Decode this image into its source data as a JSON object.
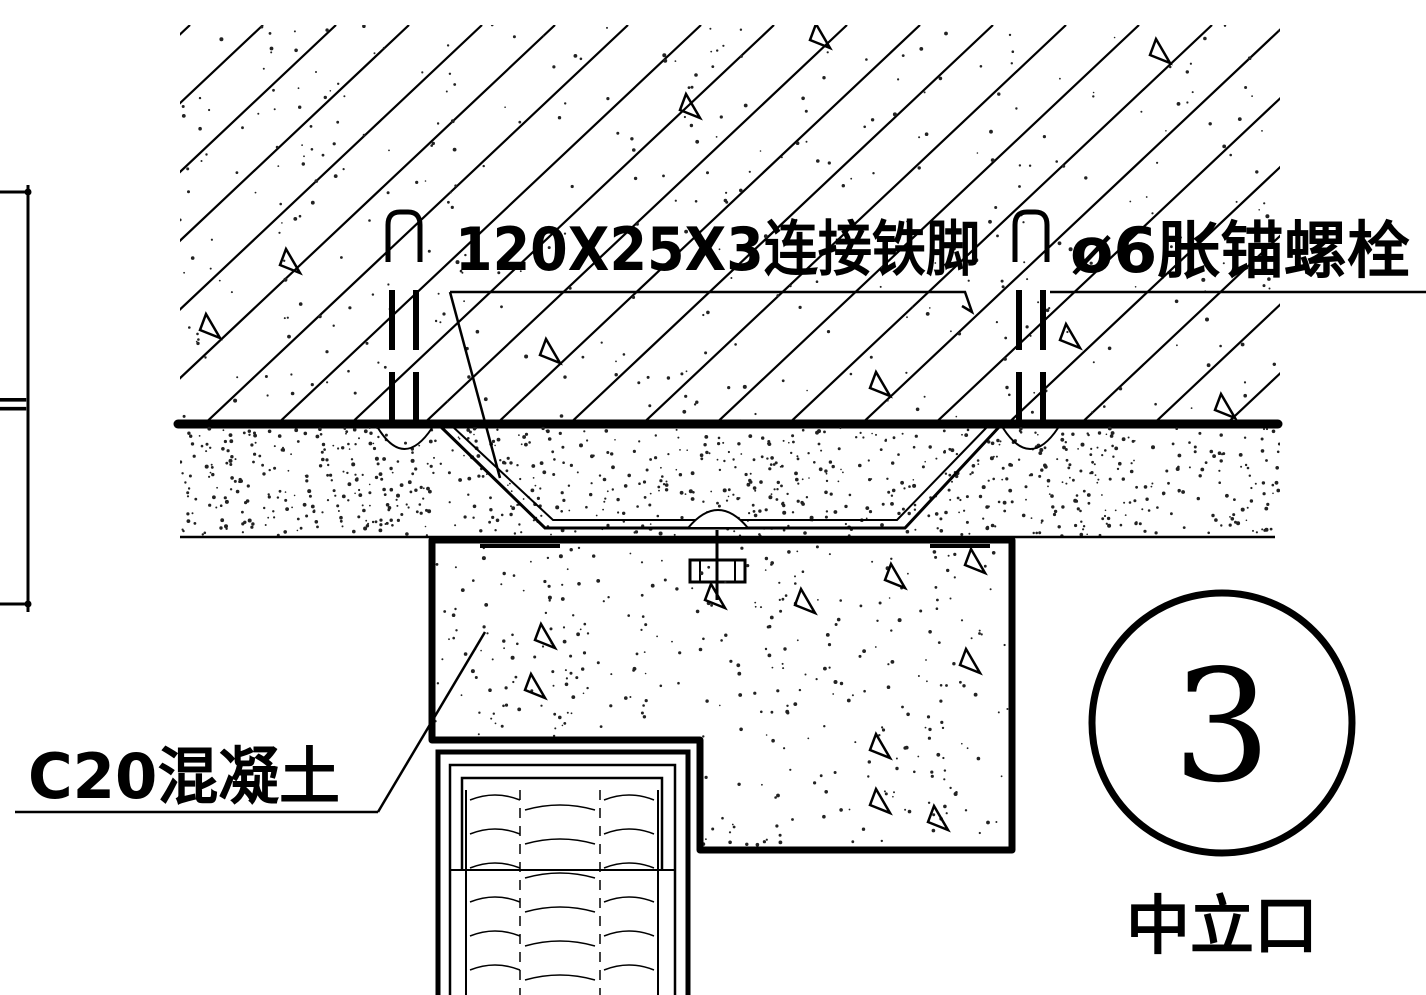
{
  "labels": {
    "connector": "120X25X3连接铁脚",
    "anchor_bolt": "ø6胀锚螺栓",
    "concrete": "C20混凝土",
    "dimension_mark": "=",
    "detail_number": "3",
    "detail_title": "中立口"
  },
  "colors": {
    "line": "#000000",
    "background": "#ffffff",
    "stipple": "#222222"
  }
}
